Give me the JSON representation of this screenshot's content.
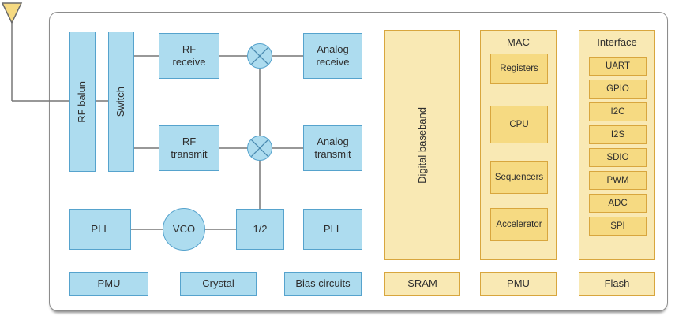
{
  "colors": {
    "blue_fill": "#ADDCEF",
    "blue_border": "#56A3CD",
    "yellow_fill": "#F9E9B4",
    "yellow_sub_fill": "#F6DA82",
    "yellow_border": "#D8A63E",
    "wire": "#777777"
  },
  "blocks": {
    "rf_balun": "RF balun",
    "switch": "Switch",
    "rf_receive": "RF\nreceive",
    "rf_transmit": "RF\ntransmit",
    "analog_receive": "Analog\nreceive",
    "analog_transmit": "Analog\ntransmit",
    "pll_a": "PLL",
    "vco": "VCO",
    "div2": "1/2",
    "pll_b": "PLL",
    "pmu_analog": "PMU",
    "crystal": "Crystal",
    "bias": "Bias circuits",
    "baseband": "Digital baseband",
    "sram": "SRAM",
    "mac_title": "MAC",
    "mac_items": [
      "Registers",
      "CPU",
      "Sequencers",
      "Accelerator"
    ],
    "pmu_digital": "PMU",
    "iface_title": "Interface",
    "iface_items": [
      "UART",
      "GPIO",
      "I2C",
      "I2S",
      "SDIO",
      "PWM",
      "ADC",
      "SPI"
    ],
    "flash": "Flash"
  }
}
